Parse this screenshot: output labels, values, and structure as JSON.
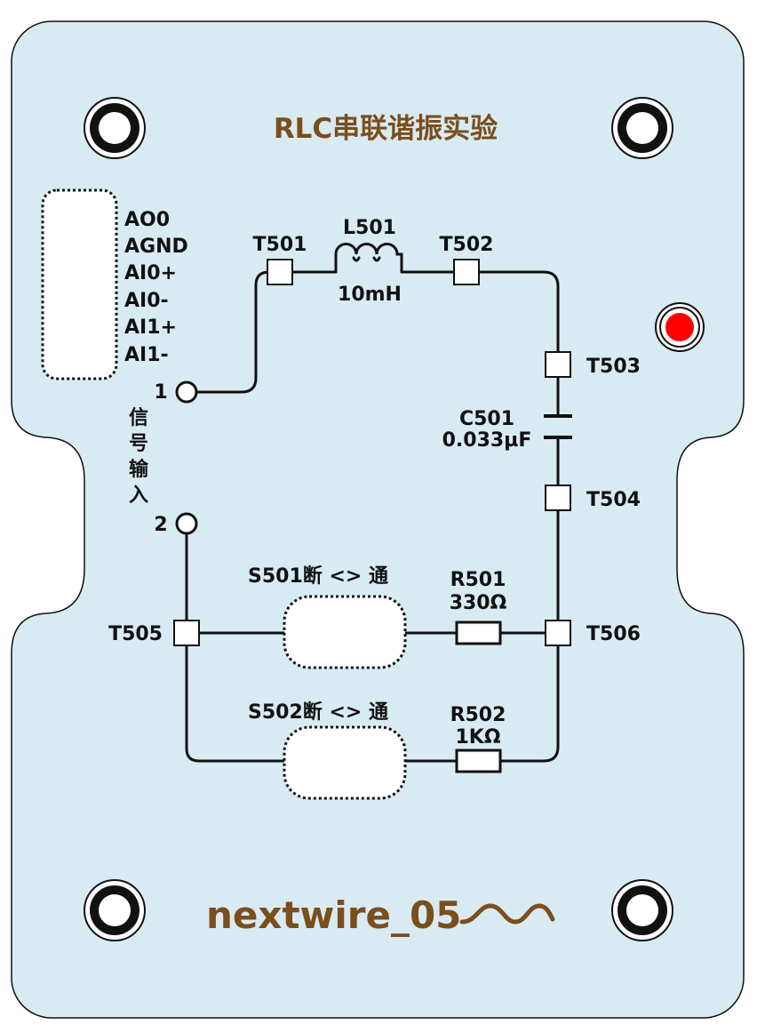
{
  "board": {
    "title": "RLC串联谐振实验",
    "brand": "nextwire_05",
    "colors": {
      "board_fill": "#d9ebf2",
      "accent": "#7a4e1d",
      "wire": "#111111",
      "led": "#ff0000"
    }
  },
  "connector": {
    "pins": [
      "AO0",
      "AGND",
      "AI0+",
      "AI0-",
      "AI1+",
      "AI1-"
    ]
  },
  "signal_input": {
    "label_chars": [
      "信",
      "号",
      "输",
      "入"
    ],
    "pin1": "1",
    "pin2": "2"
  },
  "components": {
    "inductor": {
      "name": "L501",
      "value": "10mH"
    },
    "capacitor": {
      "name": "C501",
      "value": "0.033µF"
    },
    "resistor1": {
      "name": "R501",
      "value": "330Ω"
    },
    "resistor2": {
      "name": "R502",
      "value": "1KΩ"
    },
    "switch1": {
      "label": "S501断 <> 通"
    },
    "switch2": {
      "label": "S502断 <> 通"
    }
  },
  "terminals": {
    "t501": "T501",
    "t502": "T502",
    "t503": "T503",
    "t504": "T504",
    "t505": "T505",
    "t506": "T506"
  }
}
